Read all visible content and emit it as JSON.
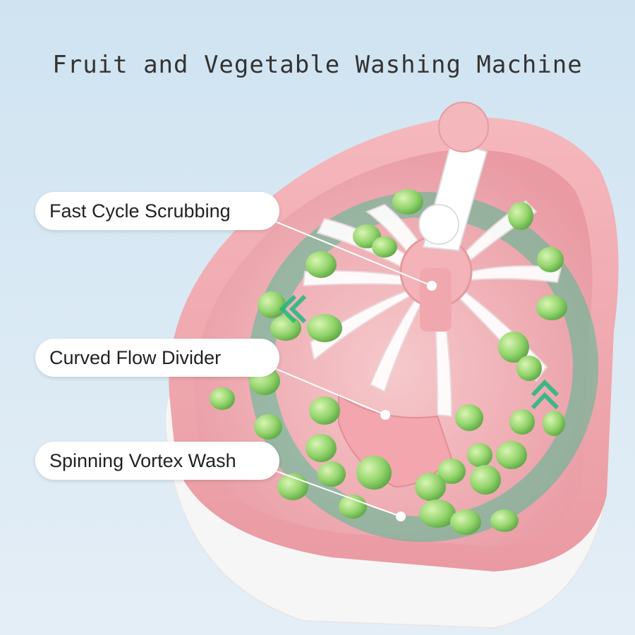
{
  "title": "Fruit and Vegetable Washing Machine",
  "callouts": [
    {
      "label": "Fast Cycle Scrubbing"
    },
    {
      "label": "Curved Flow Divider"
    },
    {
      "label": "Spinning Vortex Wash"
    }
  ],
  "colors": {
    "background": "#d6e7f3",
    "basin_pink": "#f2a9ae",
    "basin_white": "#f7f7f8",
    "fruit_green": "#8fd36a",
    "flow_arrow": "#2fc18f"
  }
}
